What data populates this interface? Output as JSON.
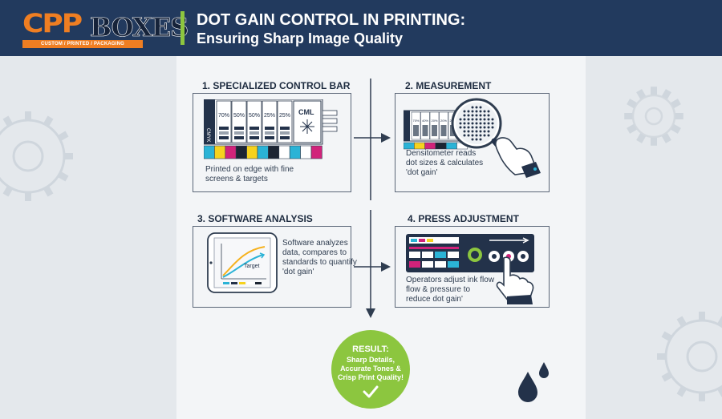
{
  "brand": {
    "logo_mark": "CPP",
    "logo_word": "BOXES",
    "logo_tagline": "CUSTOM / PRINTED / PACKAGING"
  },
  "header": {
    "title_line1": "DOT GAIN CONTROL IN PRINTING:",
    "title_line2": "Ensuring Sharp Image Quality"
  },
  "steps": [
    {
      "title": "1. SPECIALIZED CONTROL BAR",
      "caption_lines": [
        "Printed on edge with fine",
        "screens & targets"
      ],
      "patches": [
        "70%",
        "50%",
        "50%",
        "25%",
        "25%"
      ],
      "side_label": "CMYK",
      "target_label": "CML"
    },
    {
      "title": "2. MEASUREMENT",
      "caption_lines": [
        "Densitometer reads",
        "dot sizes & calculates",
        "'dot gain'"
      ],
      "patches": [
        "70%",
        "40%",
        "20%",
        "20%",
        "20%"
      ]
    },
    {
      "title": "3. SOFTWARE ANALYSIS",
      "caption_lines": [
        "Software analyzes",
        "data, compares to",
        "standards to quantify",
        "'dot gain'"
      ],
      "chart_label": "Target"
    },
    {
      "title": "4. PRESS ADJUSTMENT",
      "caption_lines": [
        "Operators adjust ink flow",
        "flow & pressure to",
        "reduce dot gain'"
      ]
    }
  ],
  "result": {
    "title": "RESULT:",
    "lines": [
      "Sharp Details,",
      "Accurate Tones &",
      "Crisp Print Quality!"
    ]
  },
  "colors": {
    "header_bg": "#223a5e",
    "accent_green": "#8dc63f",
    "logo_orange": "#ef7e22",
    "cyan": "#2bb3d6",
    "magenta": "#d1237a",
    "yellow": "#f6d21e",
    "key": "#1c2533",
    "navy": "#23324a"
  },
  "icons": {
    "check": "check-icon",
    "drops": "ink-drops-icon",
    "magnifier": "magnifier-icon",
    "hand": "hand-icon",
    "tablet": "tablet-icon",
    "gear": "gear-icon"
  }
}
